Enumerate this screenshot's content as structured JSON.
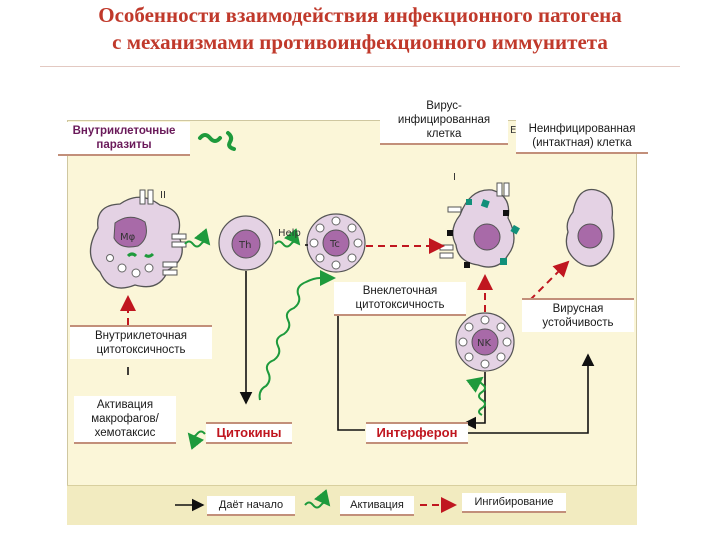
{
  "title": {
    "line1": "Особенности взаимодействия инфекционного патогена",
    "line2": "с механизмами противоинфекционного иммунитета"
  },
  "labels": {
    "intracellular_parasites": "Внутриклеточные\nпаразиты",
    "virus_infected_cell": "Вирус-\nинфицированная\nклетка",
    "uninfected_cell": "Неинфицированная\n(интактная) клетка",
    "extracellular_cytotoxicity": "Внеклеточная\nцитотоксичность",
    "intracellular_cytotoxicity": "Внутриклеточная\nцитотоксичность",
    "viral_resistance": "Вирусная\nустойчивость",
    "macrophage_activation": "Активация\nмакрофагов/\nхемотаксис",
    "cytokines": "Цитокины",
    "interferon": "Интерферон"
  },
  "cells": {
    "macrophage": "Mφ",
    "th": "Th",
    "tc": "Tc",
    "nk": "NK",
    "help": "Help",
    "mhc_ii": "II",
    "mhc_i": "I",
    "edge_e": "E"
  },
  "legend": {
    "starts": "Даёт начало",
    "activation": "Активация",
    "inhibition": "Ингибирование"
  },
  "colors": {
    "title": "#c0392b",
    "panel": "#fbf6d8",
    "cell_fill": "#e4d2e4",
    "nucleus": "#a86aa8",
    "red_arrow": "#c0161f",
    "green": "#1e9a3c",
    "teal_marker": "#11907a"
  }
}
